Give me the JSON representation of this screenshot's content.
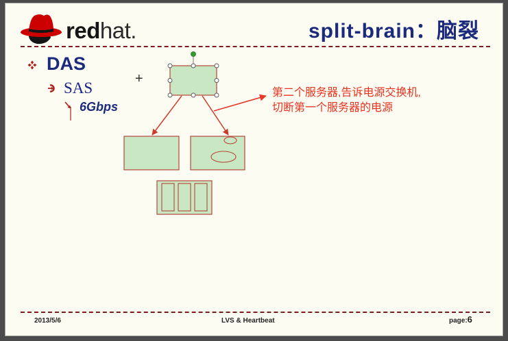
{
  "colors": {
    "frame": "#4b4b4b",
    "slide_bg": "#fcfcf3",
    "navy": "#1b2a7c",
    "sas_blue": "#1a2688",
    "red_text": "#e8321e",
    "maroon_line": "#7a1c1c",
    "bullet_red": "#b0201a",
    "box_fill": "#c9e7c3",
    "box_stroke": "#b4473a",
    "arrow": "#cc3b2b",
    "callout_arrow": "#e8382a",
    "rotate_handle": "#2e9e2e",
    "logo_red": "#cc0000"
  },
  "icons": {
    "logo": "redhat-shadowman-icon",
    "bullet_level1": "diamond-bullet-icon",
    "bullet_level2": "circle-arrow-bullet-icon",
    "bullet_level3": "down-right-arrow-icon"
  },
  "header": {
    "logo_bold": "red",
    "logo_light": "hat.",
    "title": "split-brain：脑裂"
  },
  "body": {
    "bullet_1": "DAS",
    "bullet_2": "SAS",
    "bullet_3": "6Gbps",
    "plus_sign": "+"
  },
  "diagram": {
    "callout_lines": [
      "第二个服务器,告诉电源交换机,",
      "切断第一个服务器的电源"
    ]
  },
  "footer": {
    "date": "2013/5/6",
    "center": "LVS & Heartbeat",
    "page_label": "page:",
    "page_number": "6"
  }
}
